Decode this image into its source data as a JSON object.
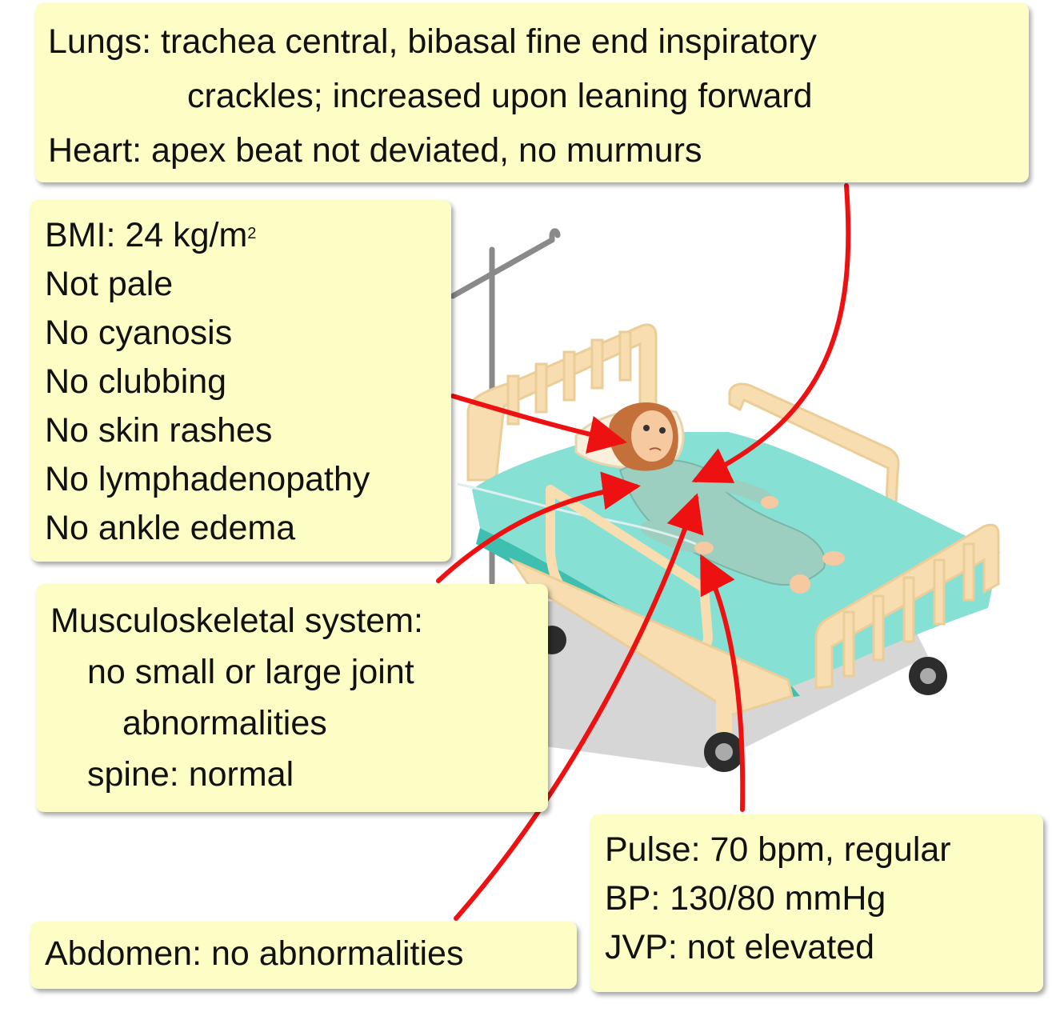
{
  "lungs_heart": {
    "line1": "Lungs: trachea central, bibasal fine end inspiratory",
    "line2": "crackles; increased upon leaning forward",
    "line3": "Heart: apex beat not deviated, no murmurs"
  },
  "general": {
    "bmi_text": "BMI: 24 kg/m",
    "bmi_sup": "2",
    "items": [
      "Not pale",
      "No cyanosis",
      "No clubbing",
      "No skin rashes",
      "No lymphadenopathy",
      "No ankle edema"
    ]
  },
  "musculoskeletal": {
    "line1": "Musculoskeletal system:",
    "line2": "no small or large joint",
    "line3": "abnormalities",
    "line4": "spine: normal"
  },
  "abdomen": {
    "text": "Abdomen: no abnormalities"
  },
  "vitals": {
    "pulse": "Pulse: 70 bpm, regular",
    "bp": "BP: 130/80 mmHg",
    "jvp": "JVP: not elevated"
  },
  "colors": {
    "box_fill": "#fdfdc6",
    "arrow": "#ee1111",
    "sheet": "#86e0d4",
    "bed_frame": "#f7ddb0",
    "gown": "#9ccfc0",
    "hair": "#c4703a",
    "shadow": "#d6d6d6"
  }
}
